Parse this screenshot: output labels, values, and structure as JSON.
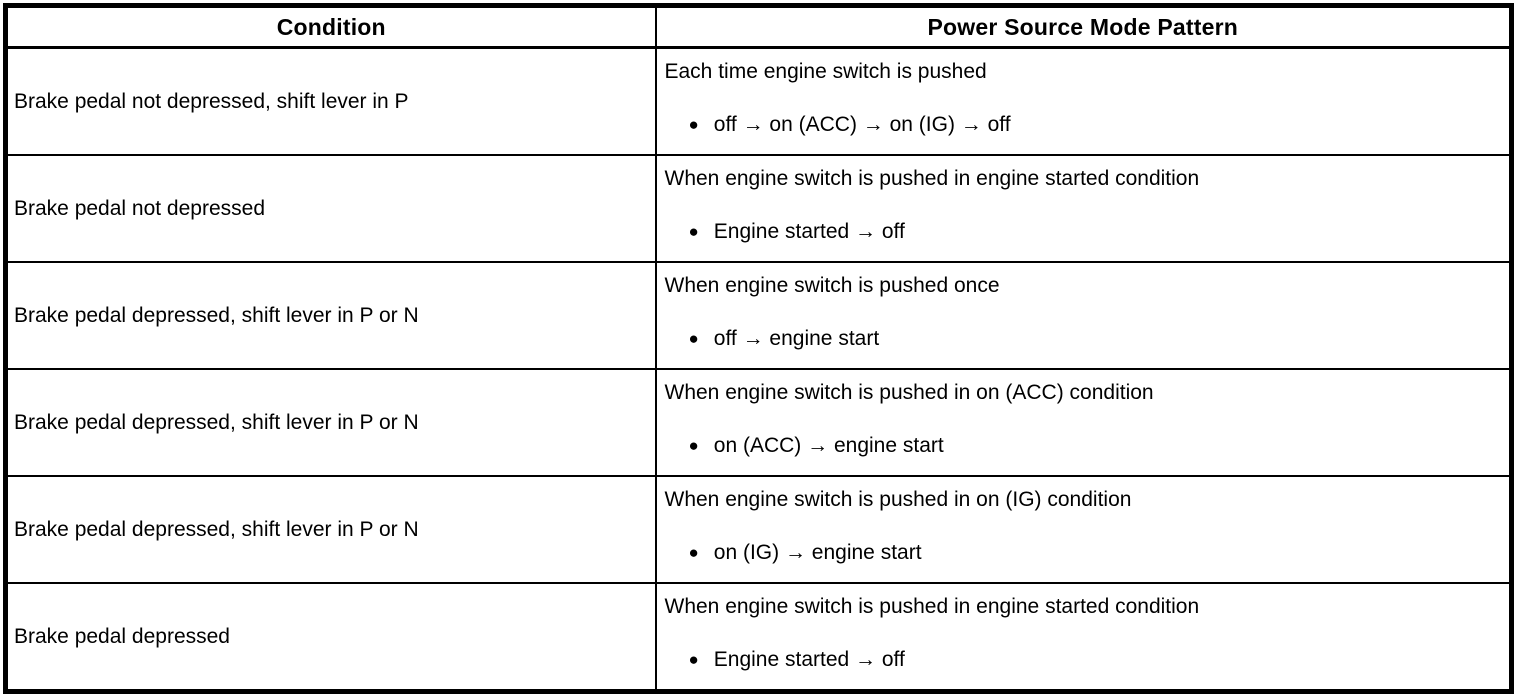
{
  "table": {
    "header": {
      "condition": "Condition",
      "pattern": "Power Source Mode Pattern"
    },
    "bullet_glyph": "●",
    "rows": [
      {
        "condition": "Brake pedal not depressed, shift lever in P",
        "pattern_intro": "Each time engine switch is pushed",
        "pattern_bullet": "off → on (ACC) → on (IG) → off"
      },
      {
        "condition": "Brake pedal not depressed",
        "pattern_intro": "When engine switch is pushed in engine started condition",
        "pattern_bullet": "Engine started → off"
      },
      {
        "condition": "Brake pedal depressed, shift lever in P or N",
        "pattern_intro": "When engine switch is pushed once",
        "pattern_bullet": "off → engine start"
      },
      {
        "condition": "Brake pedal depressed, shift lever in P or N",
        "pattern_intro": "When engine switch is pushed in on (ACC) condition",
        "pattern_bullet": "on (ACC) → engine start"
      },
      {
        "condition": "Brake pedal depressed, shift lever in P or N",
        "pattern_intro": "When engine switch is pushed in on (IG) condition",
        "pattern_bullet": "on (IG) → engine start"
      },
      {
        "condition": "Brake pedal depressed",
        "pattern_intro": "When engine switch is pushed in engine started condition",
        "pattern_bullet": "Engine started → off"
      }
    ]
  }
}
